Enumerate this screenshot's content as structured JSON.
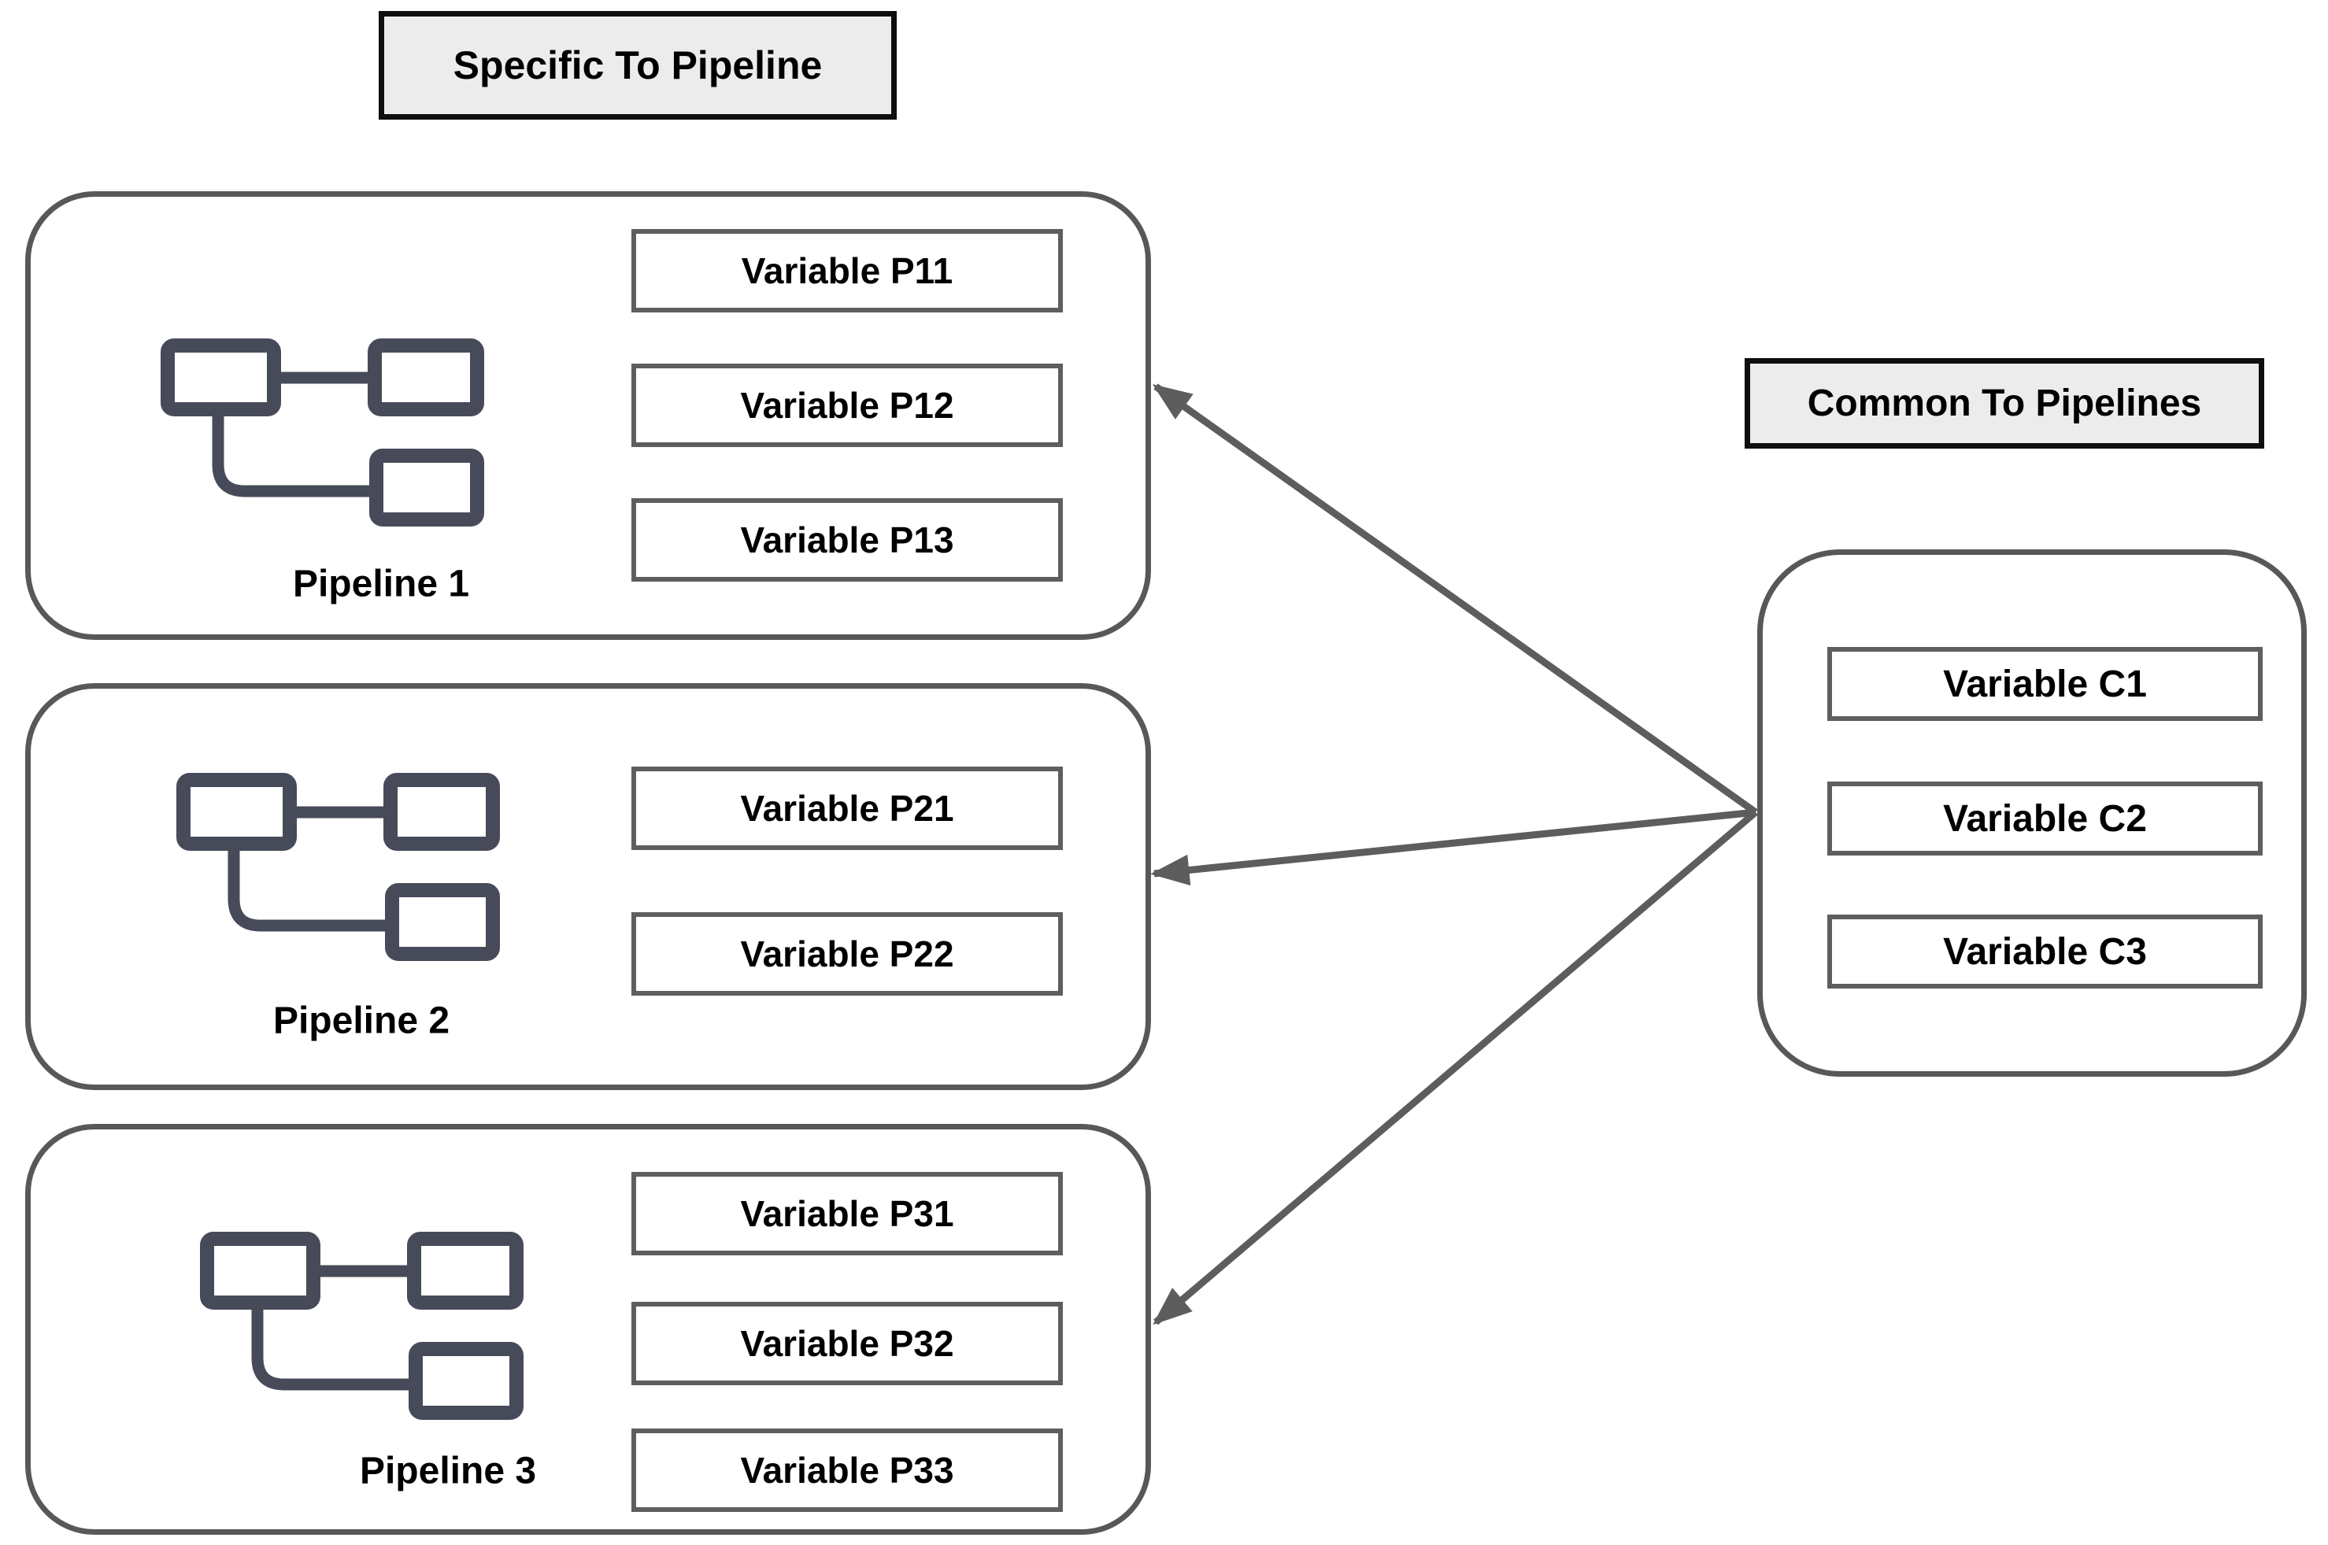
{
  "titles": {
    "specific": "Specific To Pipeline",
    "common": "Common To Pipelines"
  },
  "pipelines": [
    {
      "label": "Pipeline 1",
      "variables": [
        "Variable P11",
        "Variable P12",
        "Variable P13"
      ]
    },
    {
      "label": "Pipeline 2",
      "variables": [
        "Variable P21",
        "Variable P22"
      ]
    },
    {
      "label": "Pipeline 3",
      "variables": [
        "Variable P31",
        "Variable P32",
        "Variable P33"
      ]
    }
  ],
  "common_group": {
    "variables": [
      "Variable C1",
      "Variable C2",
      "Variable C3"
    ]
  },
  "relations": [
    {
      "from": "Common To Pipelines",
      "to": "Pipeline 1"
    },
    {
      "from": "Common To Pipelines",
      "to": "Pipeline 2"
    },
    {
      "from": "Common To Pipelines",
      "to": "Pipeline 3"
    }
  ],
  "icons": {
    "pipeline": "flowchart-nodes-icon"
  },
  "colors": {
    "background": "#ffffff",
    "title_fill": "#ececec",
    "title_border": "#0f0f0f",
    "container_border": "#585858",
    "variable_border": "#5e5e5e",
    "arrow": "#5d5d5d",
    "icon": "#474b59",
    "text": "#000000"
  }
}
